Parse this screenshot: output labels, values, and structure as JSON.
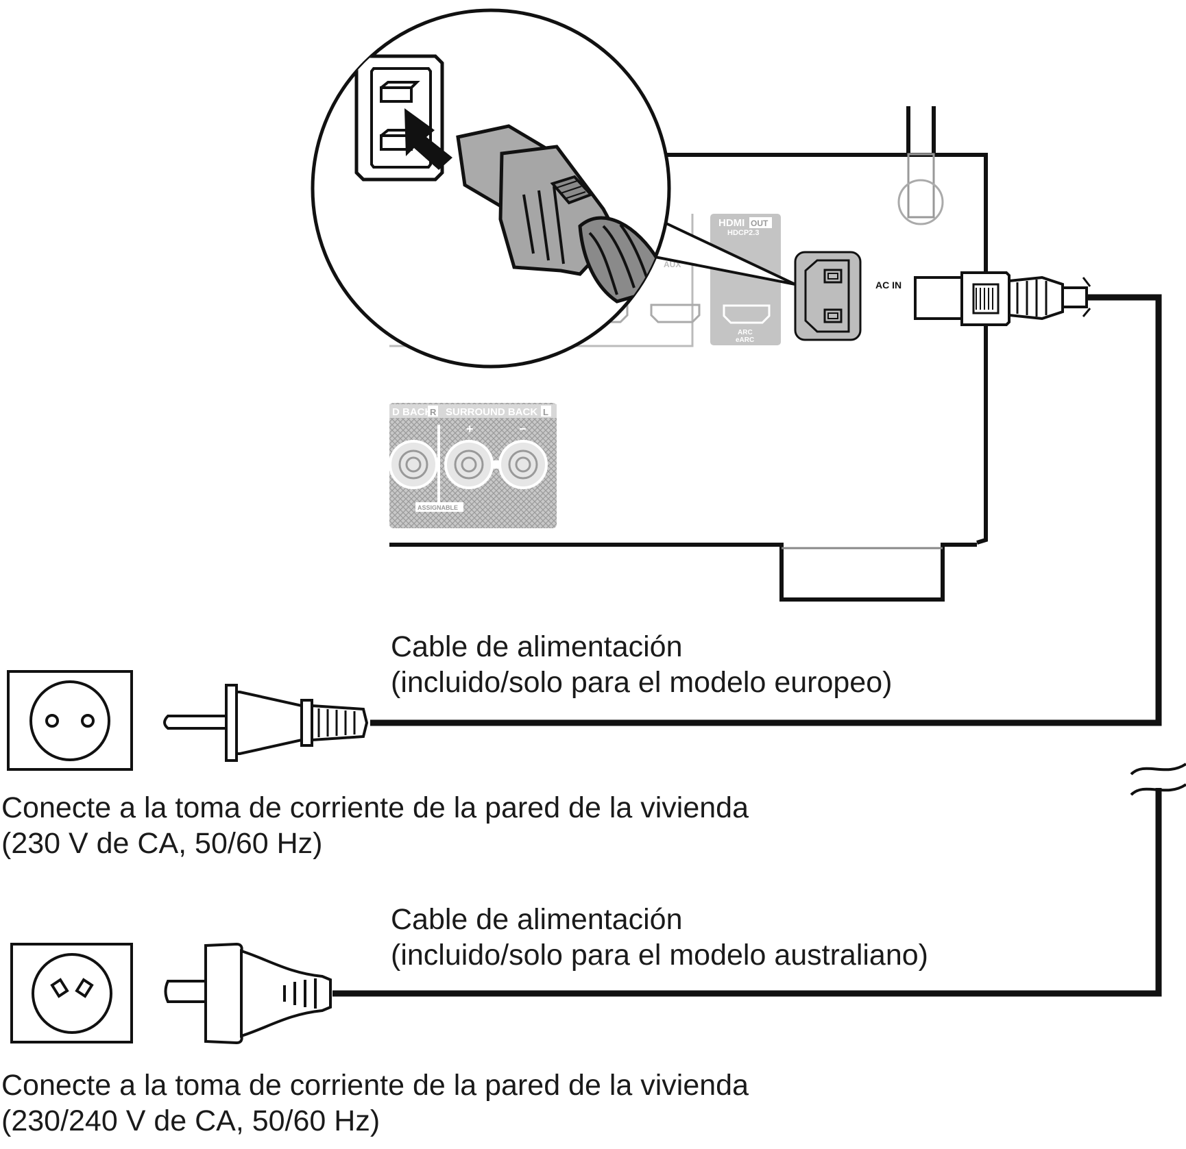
{
  "receiver": {
    "ac_in_label": "AC IN",
    "hdmi_label": "HDMI",
    "hdmi_out_label": "OUT",
    "hdcp_label": "HDCP2.3",
    "arc_label": "ARC",
    "earc_label": "eARC",
    "aux_label": "AUX",
    "speaker_label_left": "D BACK",
    "speaker_badge_left": "R",
    "speaker_label_right": "SURROUND BACK",
    "speaker_badge_right": "L",
    "assignable_label": "ASSIGNABLE",
    "plus_sign": "+",
    "minus_sign": "−"
  },
  "cable_eu": {
    "caption_line1": "Cable de alimentación",
    "caption_line2": "(incluido/solo para el modelo europeo)"
  },
  "outlet_eu": {
    "caption_line1": "Conecte a la toma de corriente de la pared de la vivienda",
    "caption_line2": "(230 V de CA, 50/60 Hz)"
  },
  "cable_au": {
    "caption_line1": "Cable de alimentación",
    "caption_line2": "(incluido/solo para el modelo australiano)"
  },
  "outlet_au": {
    "caption_line1": "Conecte a la toma de corriente de la pared de la vivienda",
    "caption_line2": "(230/240 V de CA, 50/60 Hz)"
  }
}
